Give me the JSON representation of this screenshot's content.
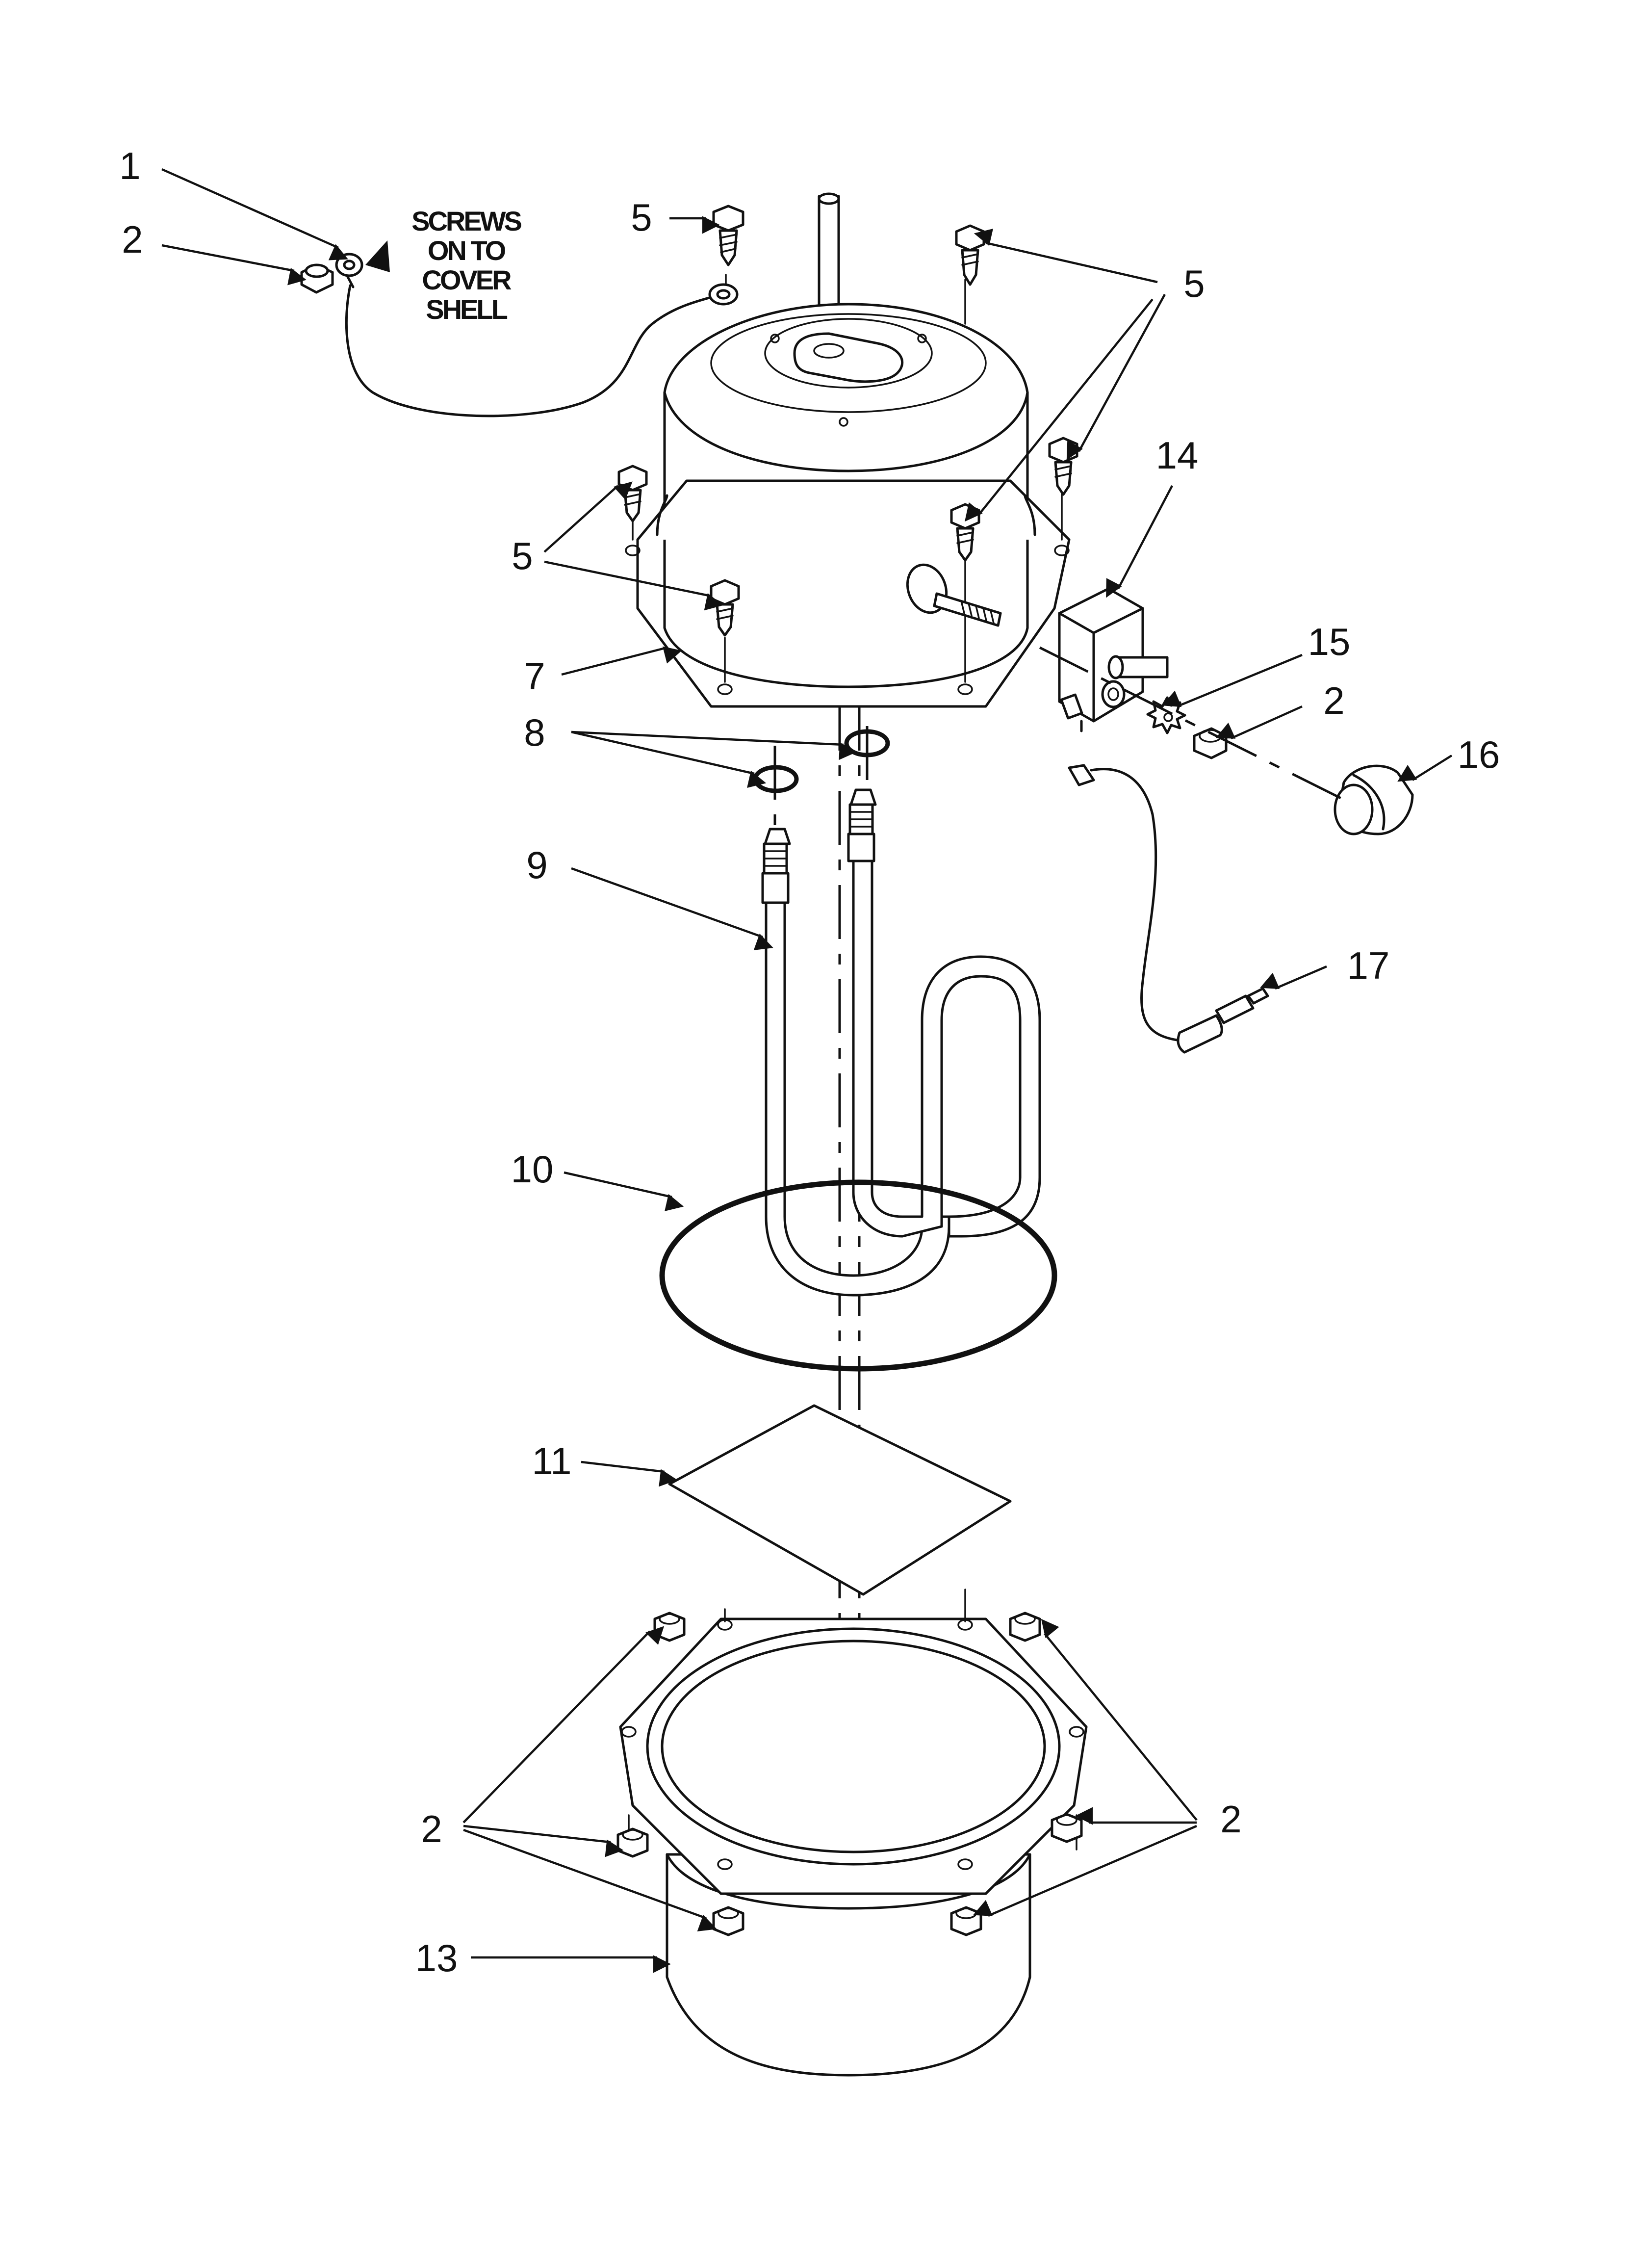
{
  "diagram": {
    "note_lines": [
      "SCREWS",
      "ON TO",
      "COVER",
      "SHELL"
    ],
    "callouts": [
      {
        "id": "c1",
        "text": "1"
      },
      {
        "id": "c2a",
        "text": "2"
      },
      {
        "id": "c5a",
        "text": "5"
      },
      {
        "id": "c5b",
        "text": "5"
      },
      {
        "id": "c5c",
        "text": "5"
      },
      {
        "id": "c14",
        "text": "14"
      },
      {
        "id": "c15",
        "text": "15"
      },
      {
        "id": "c2b",
        "text": "2"
      },
      {
        "id": "c7",
        "text": "7"
      },
      {
        "id": "c8",
        "text": "8"
      },
      {
        "id": "c16",
        "text": "16"
      },
      {
        "id": "c9",
        "text": "9"
      },
      {
        "id": "c17",
        "text": "17"
      },
      {
        "id": "c10",
        "text": "10"
      },
      {
        "id": "c11",
        "text": "11"
      },
      {
        "id": "c2c",
        "text": "2"
      },
      {
        "id": "c2d",
        "text": "2"
      },
      {
        "id": "c13",
        "text": "13"
      }
    ]
  }
}
